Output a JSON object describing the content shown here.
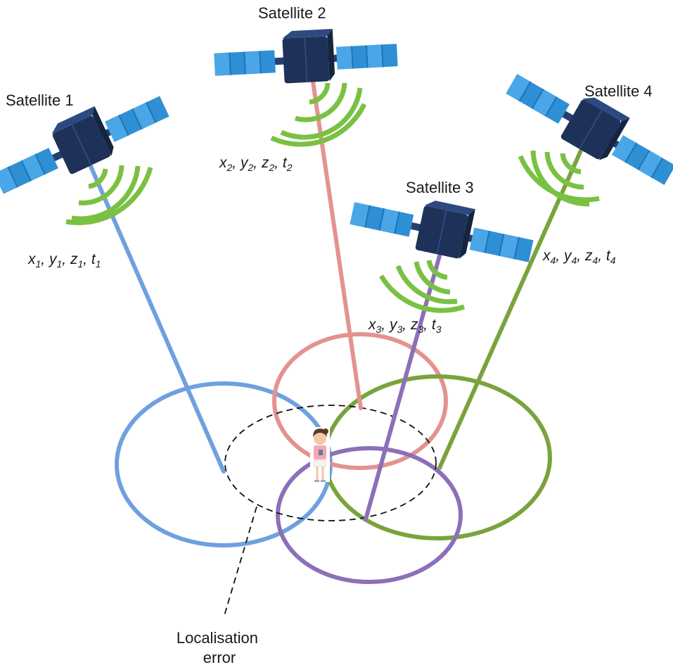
{
  "colors": {
    "sat1": "#6fa0e0",
    "sat2": "#e3938f",
    "sat3": "#8d6fb9",
    "sat4": "#7aa33c",
    "signal": "#7ac143",
    "panel": "#2f8fd4",
    "body": "#1e3158"
  },
  "satellites": [
    {
      "label": "Satellite 1",
      "coords": {
        "x": "x",
        "xs": "1",
        "y": "y",
        "ys": "1",
        "z": "z",
        "zs": "1",
        "t": "t",
        "ts": "1"
      }
    },
    {
      "label": "Satellite 2",
      "coords": {
        "x": "x",
        "xs": "2",
        "y": "y",
        "ys": "2",
        "z": "z",
        "zs": "2",
        "t": "t",
        "ts": "2"
      }
    },
    {
      "label": "Satellite 3",
      "coords": {
        "x": "x",
        "xs": "3",
        "y": "y",
        "ys": "3",
        "z": "z",
        "zs": "3",
        "t": "t",
        "ts": "3"
      }
    },
    {
      "label": "Satellite 4",
      "coords": {
        "x": "x",
        "xs": "4",
        "y": "y",
        "ys": "4",
        "z": "z",
        "zs": "4",
        "t": "t",
        "ts": "4"
      }
    }
  ],
  "error_label": {
    "line1": "Localisation",
    "line2": "error"
  }
}
